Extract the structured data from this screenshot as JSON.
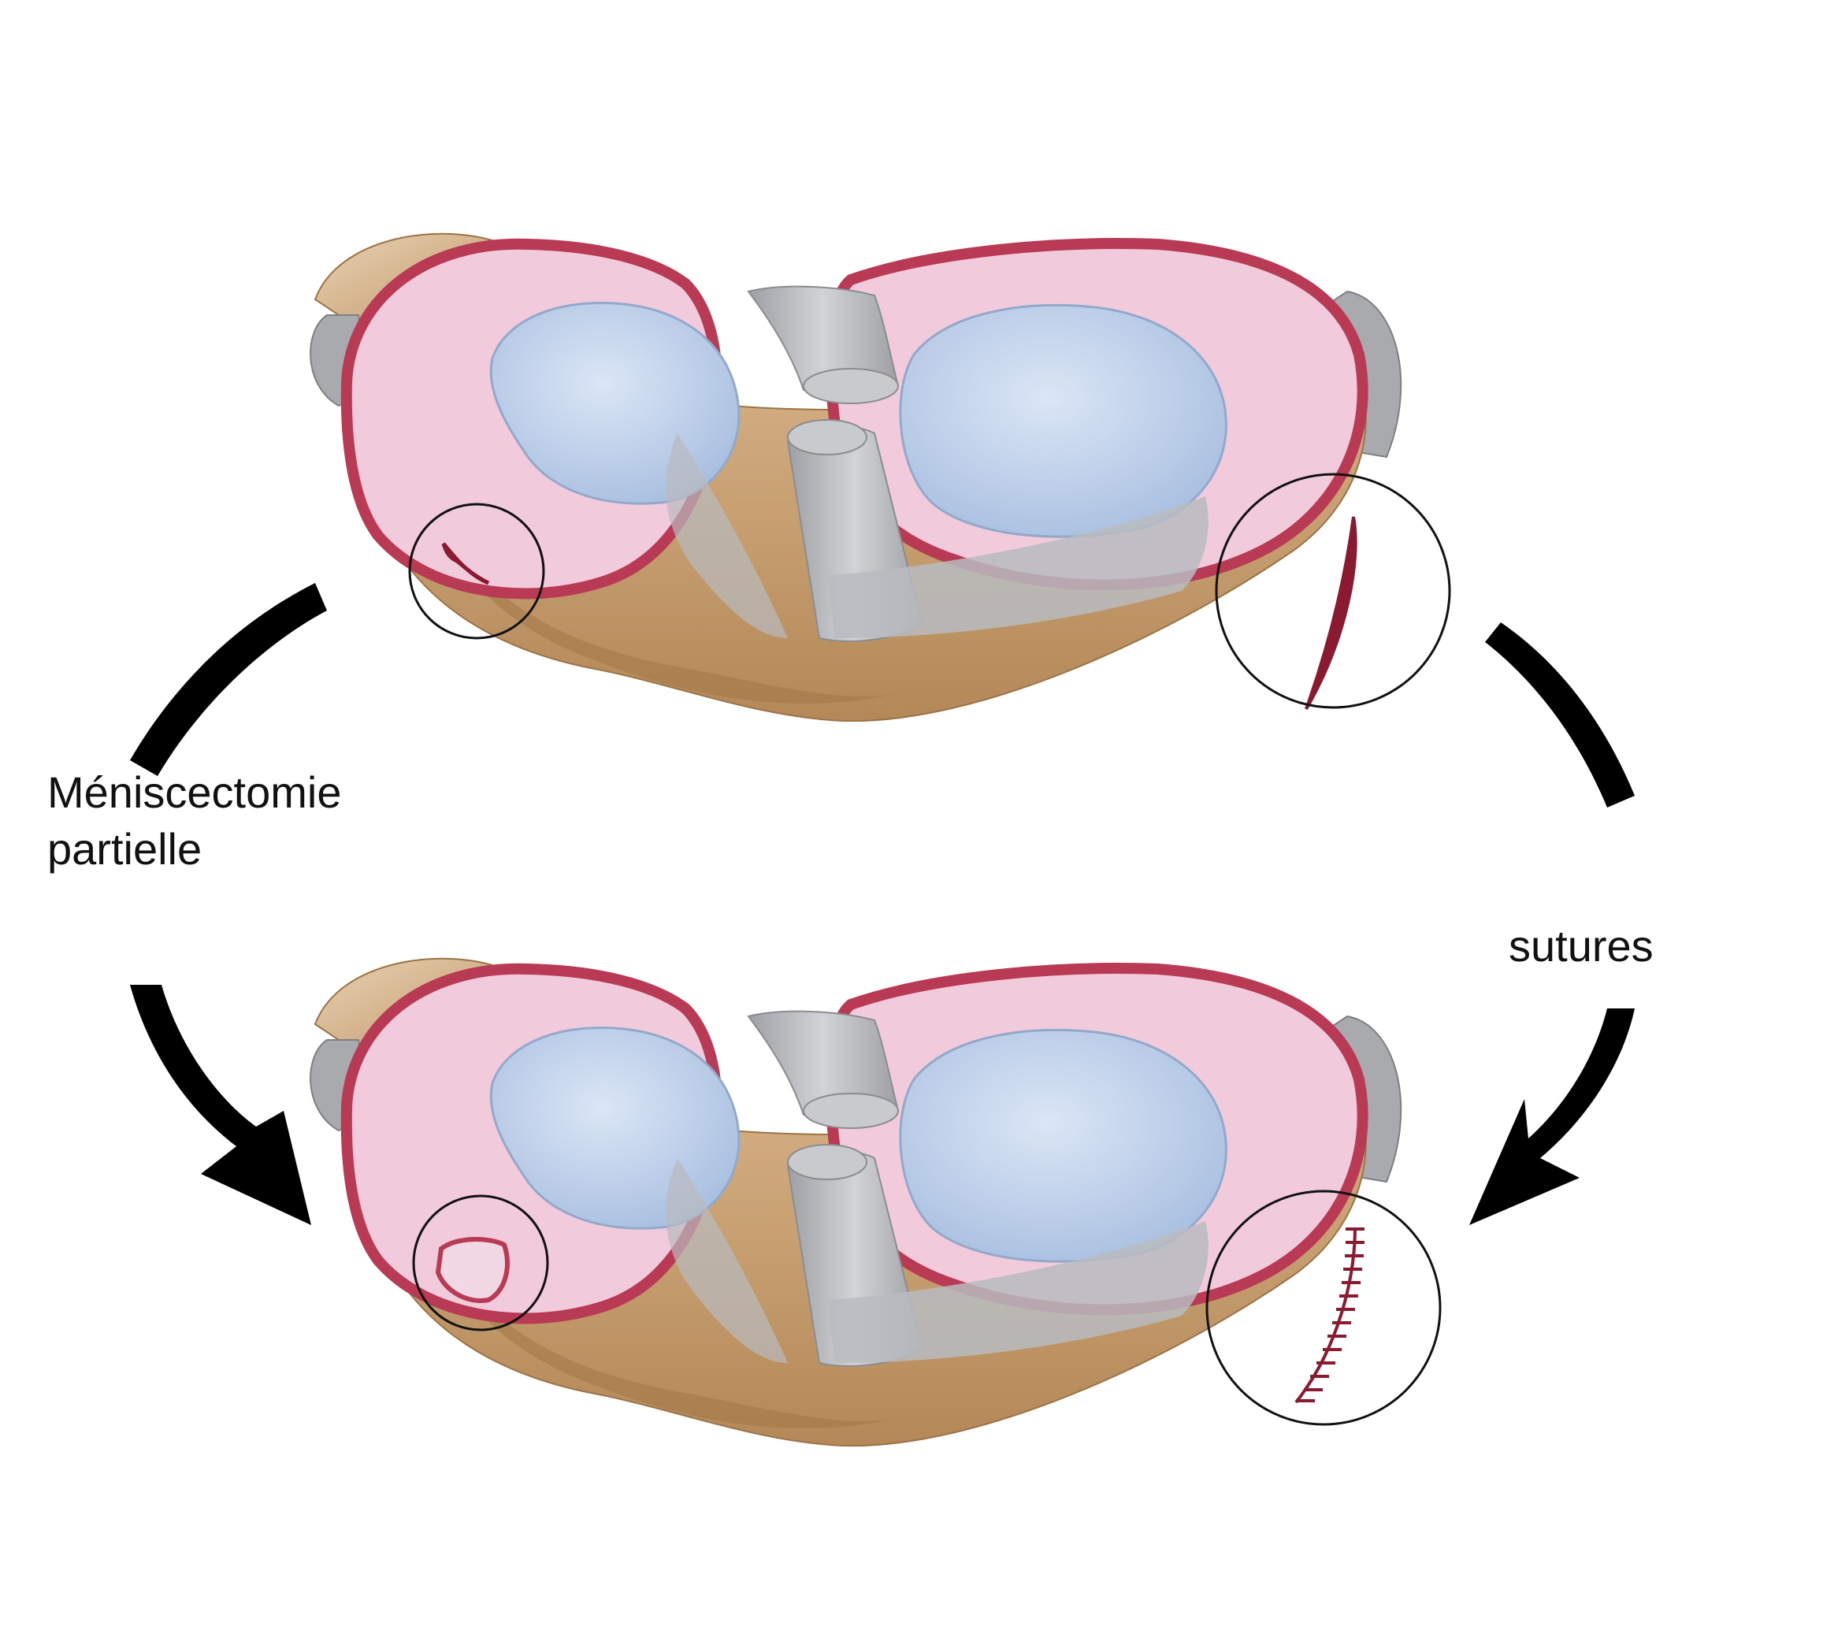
{
  "labels": {
    "left_line1": "Méniscectomie",
    "left_line2": "partielle",
    "right": "sutures"
  },
  "colors": {
    "background": "#ffffff",
    "bone": "#c8a070",
    "bone_dark": "#a87e4e",
    "meniscus": "#f1cadb",
    "meniscus_rim": "#b83a55",
    "cartilage": "#b8cbe6",
    "ligament": "#b5b7bb",
    "tear": "#8a1a30",
    "suture": "#8a1a30",
    "outline": "#111111",
    "arrow": "#000000"
  },
  "icons": {
    "upper_knee": "tibial-plateau-with-meniscus-tears",
    "lower_knee": "tibial-plateau-after-treatment",
    "left_arrow": "curved-arrow-down-icon",
    "right_arrow": "curved-arrow-down-icon"
  }
}
